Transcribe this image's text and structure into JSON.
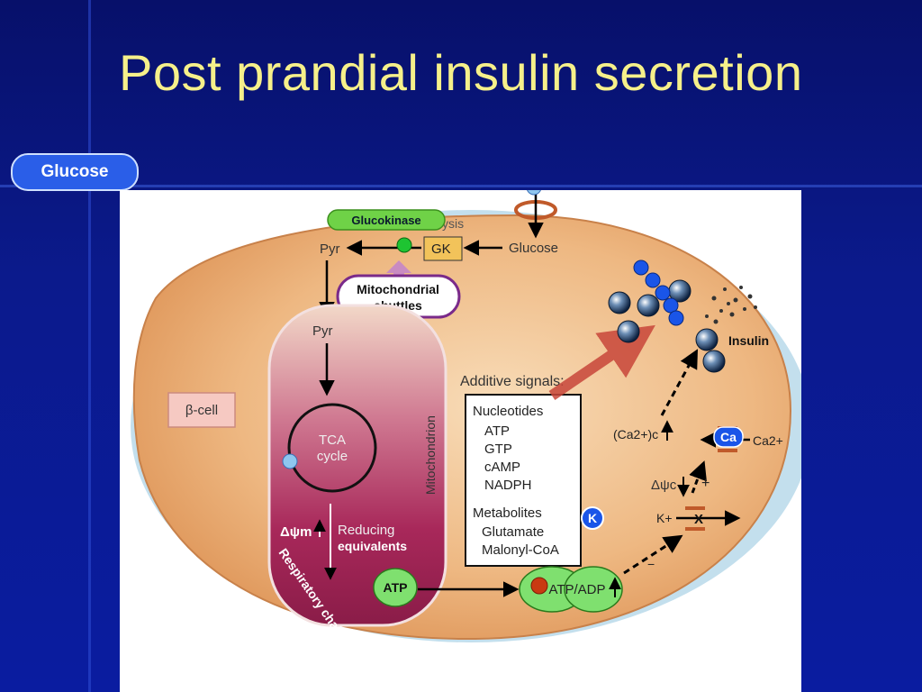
{
  "slide": {
    "title": "Post prandial insulin secretion"
  },
  "overlay": {
    "glucose_label": "Glucose",
    "ca_label": "Ca",
    "k_label": "K"
  },
  "diagram": {
    "glucokinase_label": "Glucokinase",
    "glycolysis_fragment": "ysis",
    "pyr_top": "Pyr",
    "gk_label": "GK",
    "glucose_label": "Glucose",
    "shuttles_line1": "Mitochondrial",
    "shuttles_line2": "shuttles",
    "pyr_mid": "Pyr",
    "tca_line1": "TCA",
    "tca_line2": "cycle",
    "mitochondrion_label": "Mitochondrion",
    "delta_psi_m": "Δψm",
    "reducing_line1": "Reducing",
    "reducing_line2": "equivalents",
    "respiratory_chain": "Respiratory chain",
    "atp_label": "ATP",
    "atp_adp_label": "ATP/ADP",
    "beta_cell_label": "β-cell",
    "additive_signals_title": "Additive signals:",
    "nucleotides_title": "Nucleotides",
    "nucleotides": [
      "ATP",
      "GTP",
      "cAMP",
      "NADPH"
    ],
    "metabolites_title": "Metabolites",
    "metabolites": [
      "Glutamate",
      "Malonyl-CoA"
    ],
    "insulin_label": "Insulin",
    "ca_c_label": "(Ca2+)c",
    "ca_ext_label": "Ca2+",
    "delta_psi_c": "Δψc",
    "plus_sign": "+",
    "minus_sign": "−",
    "k_plus_label": "K+",
    "x_label": "X"
  },
  "colors": {
    "background": "#0a1a8e",
    "title": "#f6f08a",
    "cell_fill": "#eaa76a",
    "mito_fill": "#b8426a",
    "atp_green": "#7fe06f",
    "glucokinase_green": "#6fd247",
    "overlay_blue": "#1a55e8",
    "k_marker": "#cf3a10"
  }
}
